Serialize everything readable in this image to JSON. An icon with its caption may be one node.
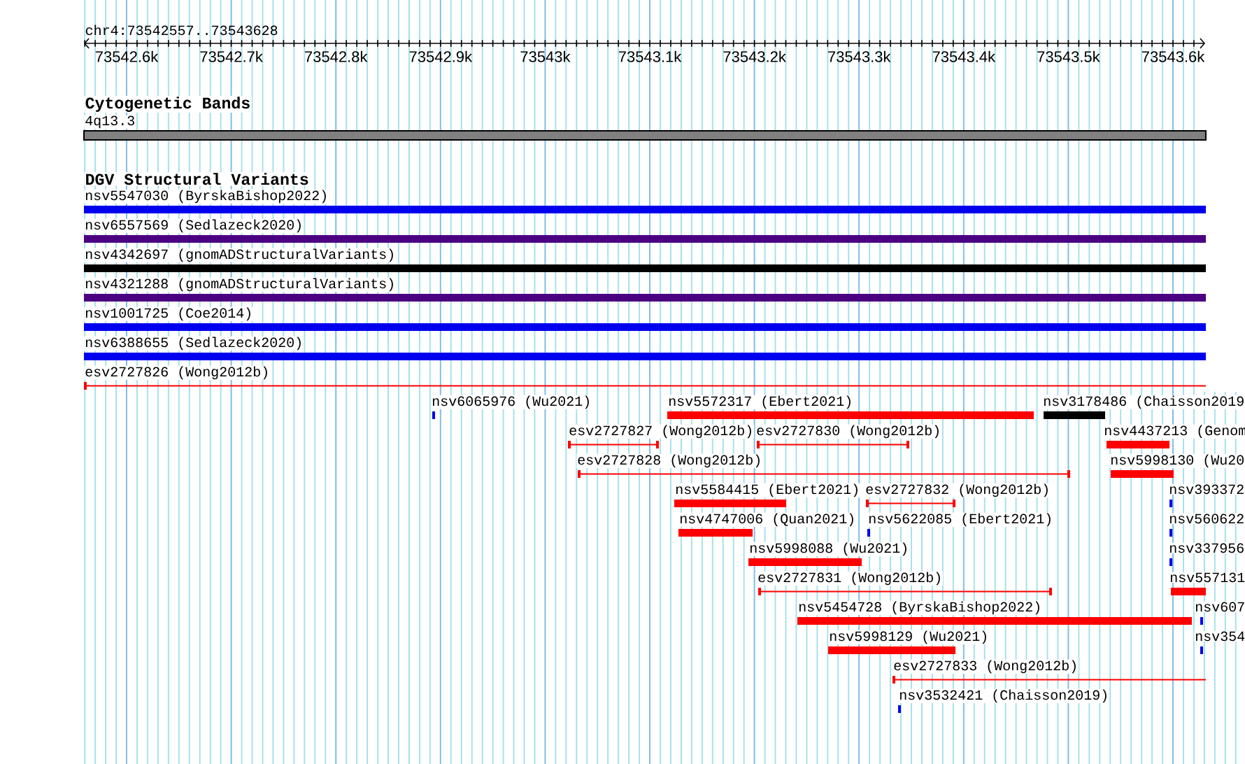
{
  "diagram": {
    "nodes": [
      {
        "text": [
          "4q13.3"
        ]
      },
      {
        "text": [
          "nsv5547030 (ByrskaBishop2022)"
        ]
      },
      {
        "text": [
          "nsv6557569 (Sedlazeck2020)"
        ]
      },
      {
        "text": [
          "nsv4342697 (gnomADStructuralVariants)"
        ]
      },
      {
        "text": [
          "nsv4321288 (gnomADStructuralVariants)"
        ]
      },
      {
        "text": [
          "nsv1001725 (Coe2014)"
        ]
      },
      {
        "text": [
          "nsv6388655 (Sedlazeck2020)"
        ]
      },
      {
        "text": [
          "esv2727826 (Wong2012b)"
        ]
      },
      {
        "text": [
          "nsv6065976 (Wu2021)"
        ]
      },
      {
        "text": [
          "nsv5572317 (Ebert2021)"
        ]
      },
      {
        "text": [
          "nsv3178486 (Chaisson2019"
        ]
      },
      {
        "text": [
          "esv2727827 (Wong2012b)"
        ]
      },
      {
        "text": [
          "esv2727830 (Wong2012b)"
        ]
      },
      {
        "text": [
          "nsv4437213 (Genom"
        ]
      },
      {
        "text": [
          "esv2727828 (Wong2012b)"
        ]
      },
      {
        "text": [
          "nsv5998130 (Wu20"
        ]
      },
      {
        "text": [
          "nsv5584415 (Ebert2021)"
        ]
      },
      {
        "text": [
          "esv2727832 (Wong2012b)"
        ]
      },
      {
        "text": [
          "nsv393372"
        ]
      },
      {
        "text": [
          "nsv4747006 (Quan2021)"
        ]
      },
      {
        "text": [
          "nsv5622085 (Ebert2021)"
        ]
      },
      {
        "text": [
          "nsv560622"
        ]
      },
      {
        "text": [
          "nsv5998088 (Wu2021)"
        ]
      },
      {
        "text": [
          "nsv337956"
        ]
      },
      {
        "text": [
          "esv2727831 (Wong2012b)"
        ]
      },
      {
        "text": [
          "nsv557131"
        ]
      },
      {
        "text": [
          "nsv5454728 (ByrskaBishop2022)"
        ]
      },
      {
        "text": [
          "nsv607"
        ]
      },
      {
        "text": [
          "nsv5998129 (Wu2021)"
        ]
      },
      {
        "text": [
          "nsv354"
        ]
      },
      {
        "text": [
          "esv2727833 (Wong2012b)"
        ]
      },
      {
        "text": [
          "nsv3532421 (Chaisson2019)"
        ]
      }
    ],
    "labels": [
      "chr4:73542557..73543628",
      "73542.6k",
      "73542.7k",
      "73542.8k",
      "73542.9k",
      "73543k",
      "73543.1k",
      "73543.2k",
      "73543.3k",
      "73543.4k",
      "73543.5k",
      "73543.6k",
      "Cytogenetic Bands",
      "DGV Structural Variants"
    ]
  }
}
